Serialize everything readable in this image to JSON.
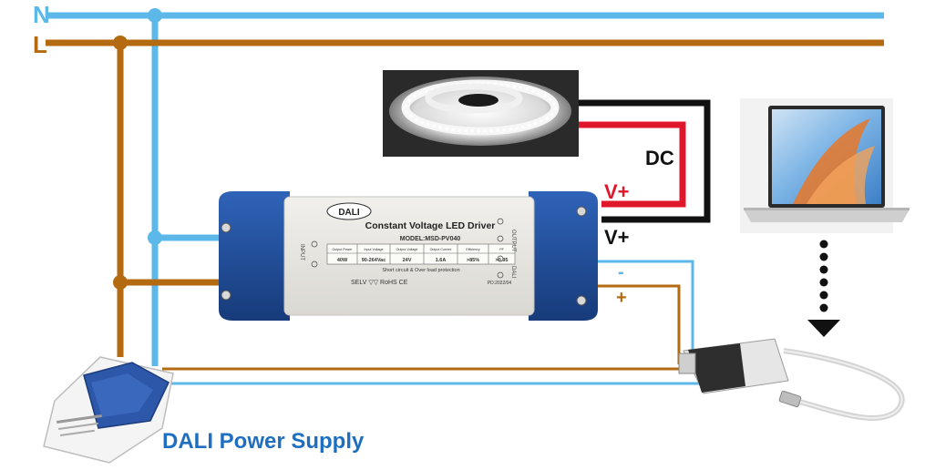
{
  "labels": {
    "neutral": "N",
    "live": "L",
    "dc": "DC",
    "v_plus_red": "V+",
    "v_plus_black": "V+",
    "dali_minus": "-",
    "dali_plus": "+",
    "dali_power_supply": "DALI Power Supply"
  },
  "driver": {
    "logo": "DALI",
    "title": "Constant Voltage LED Driver",
    "model": "MODEL:MSD-PV040",
    "input_label": "INPUT",
    "output_label": "OUTPUT",
    "dali_side_label": "DALI",
    "table_headers": [
      "Output Power",
      "Input Voltage",
      "Output Voltage",
      "Output Current",
      "Efficiency",
      "PF"
    ],
    "table_values": [
      "40W",
      "90-264Vac",
      "24V",
      "1.6A",
      ">85%",
      ">0.95"
    ],
    "protection": "Short circuit & Over load protection",
    "marks": "SELV  ▽▽ RoHS  CE",
    "date": "PD:2022/04"
  },
  "colors": {
    "neutral": "#5bb8e8",
    "live": "#b36a10",
    "dc_red": "#e0162b",
    "dc_black": "#111111",
    "housing_blue": "#1f4e9e",
    "label_blue": "#1f6fc0"
  }
}
